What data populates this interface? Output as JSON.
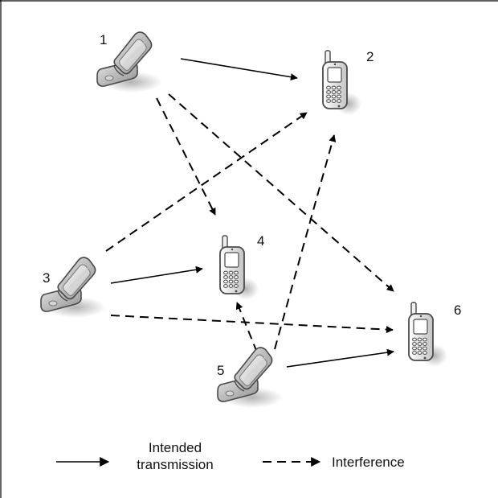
{
  "nodes": [
    {
      "id": "1",
      "label": "1",
      "type": "flip"
    },
    {
      "id": "2",
      "label": "2",
      "type": "bar"
    },
    {
      "id": "3",
      "label": "3",
      "type": "flip"
    },
    {
      "id": "4",
      "label": "4",
      "type": "bar"
    },
    {
      "id": "5",
      "label": "5",
      "type": "flip"
    },
    {
      "id": "6",
      "label": "6",
      "type": "bar"
    }
  ],
  "links": [
    {
      "from": "1",
      "to": "2",
      "kind": "intended"
    },
    {
      "from": "3",
      "to": "4",
      "kind": "intended"
    },
    {
      "from": "5",
      "to": "6",
      "kind": "intended"
    },
    {
      "from": "1",
      "to": "4",
      "kind": "interference"
    },
    {
      "from": "1",
      "to": "6",
      "kind": "interference"
    },
    {
      "from": "3",
      "to": "2",
      "kind": "interference"
    },
    {
      "from": "3",
      "to": "6",
      "kind": "interference"
    },
    {
      "from": "5",
      "to": "4",
      "kind": "interference"
    },
    {
      "from": "5",
      "to": "2",
      "kind": "interference"
    }
  ],
  "legend": {
    "intended_line1": "Intended",
    "intended_line2": "transmission",
    "interference": "Interference"
  }
}
